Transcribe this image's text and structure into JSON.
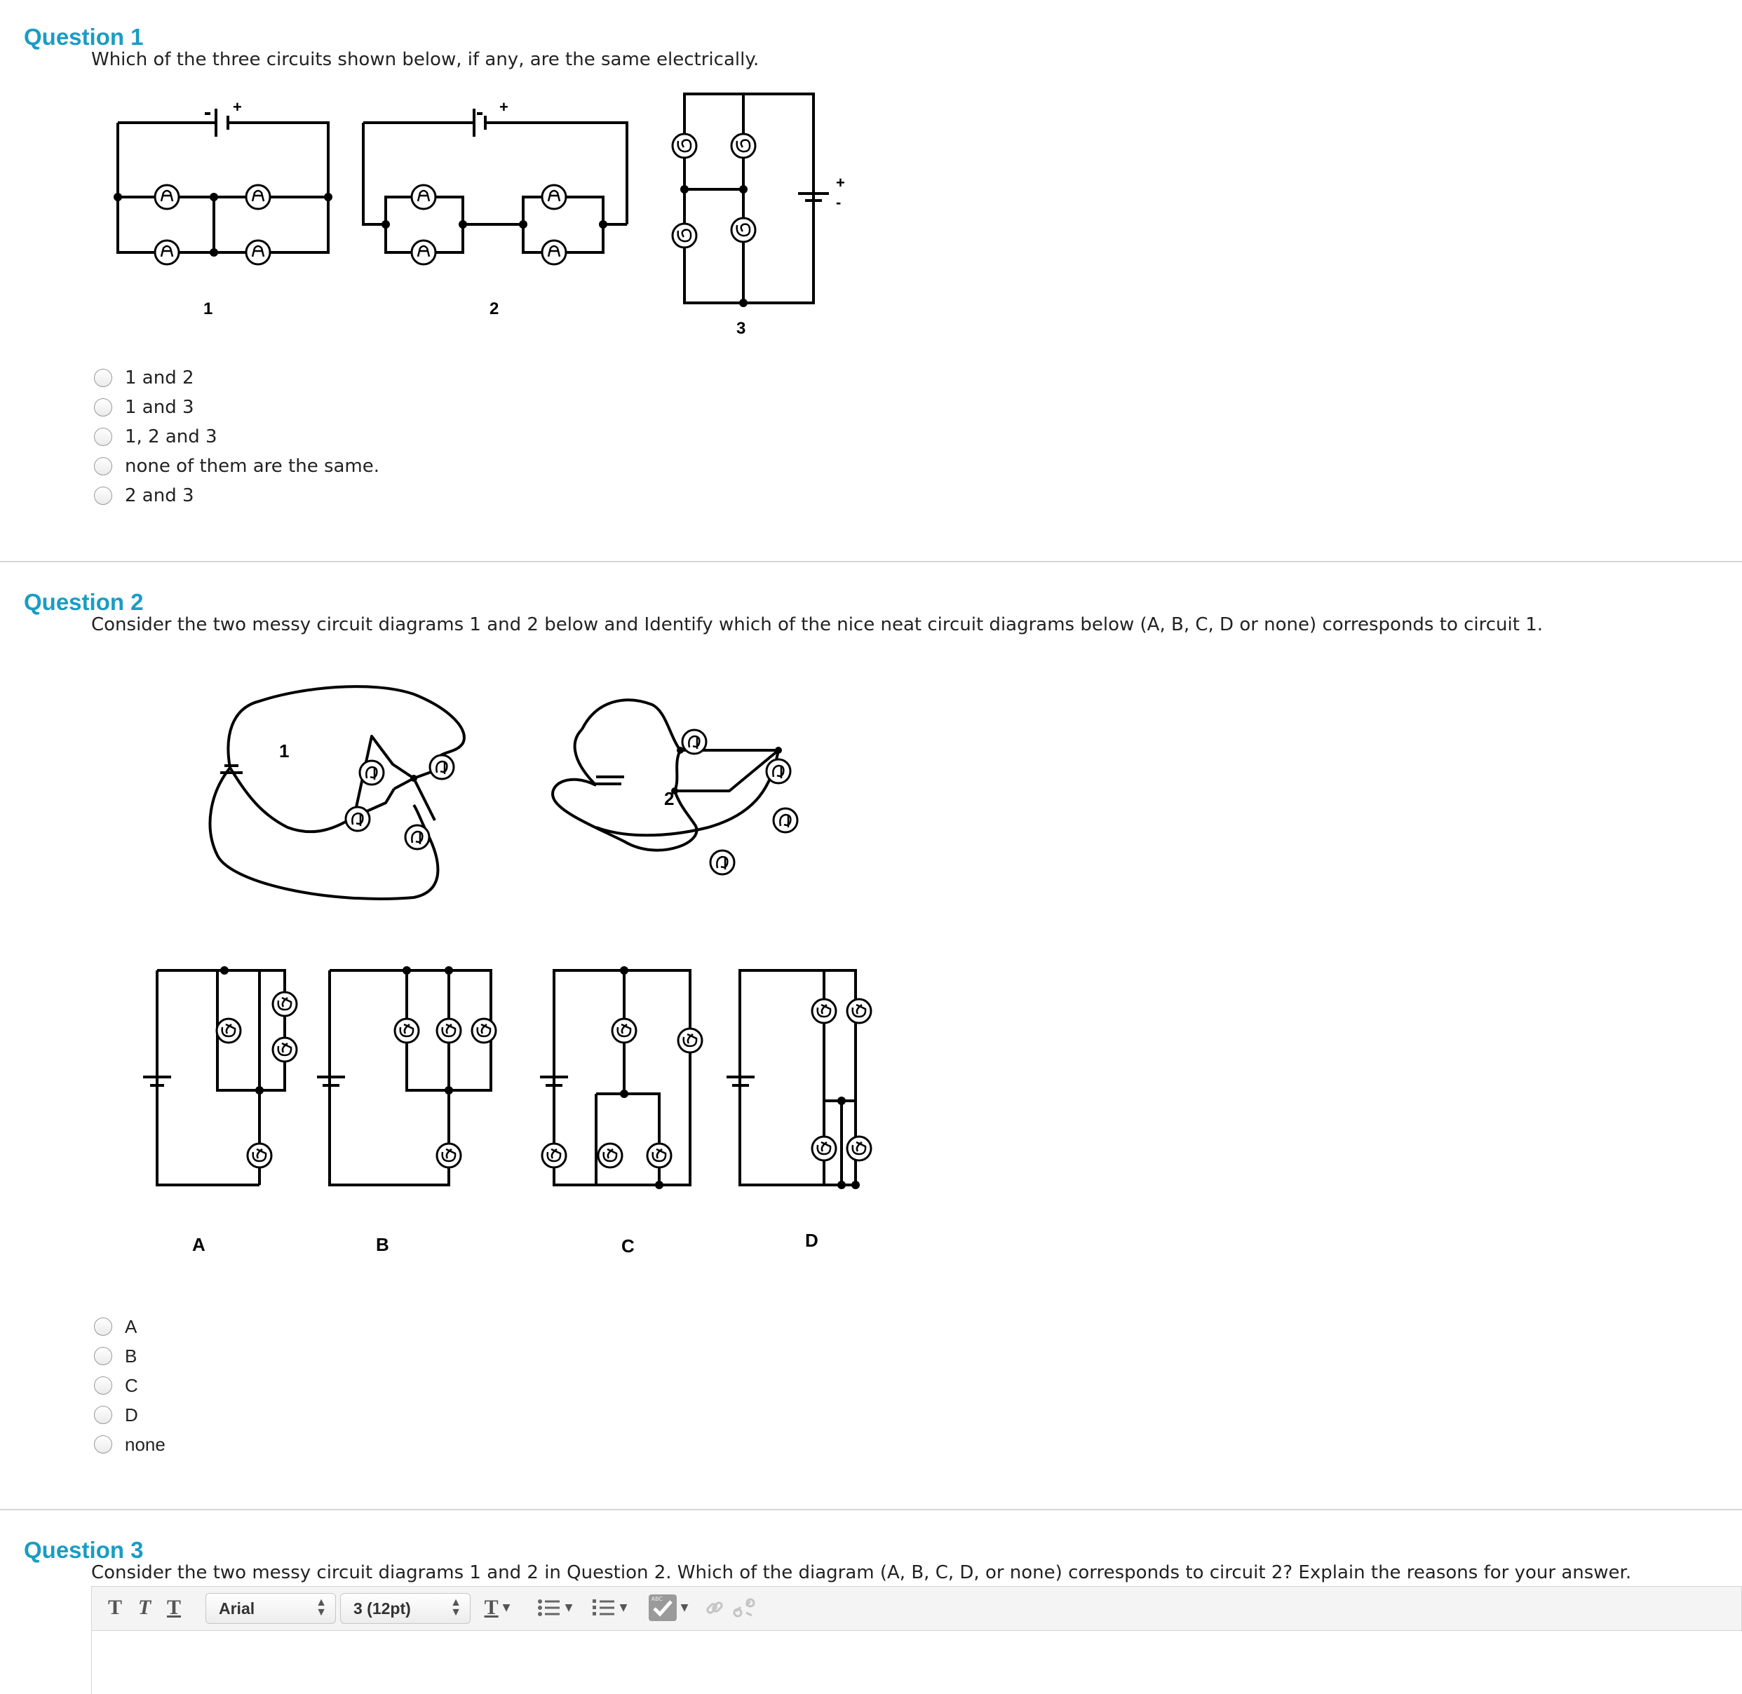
{
  "q1": {
    "title": "Question 1",
    "text": "Which of the three circuits shown below, if any, are the same electrically.",
    "figure_labels": [
      "1",
      "2",
      "3"
    ],
    "options": [
      "1 and 2",
      "1 and 3",
      "1, 2 and 3",
      "none of them are the same.",
      "2 and 3"
    ]
  },
  "q2": {
    "title": "Question 2",
    "text": "Consider the two messy circuit diagrams 1 and 2 below and Identify which of the nice neat circuit diagrams below (A, B, C, D or none) corresponds to circuit 1.",
    "messy_labels": [
      "1",
      "2"
    ],
    "neat_labels": [
      "A",
      "B",
      "C",
      "D"
    ],
    "options": [
      "A",
      "B",
      "C",
      "D",
      "none"
    ]
  },
  "q3": {
    "title": "Question 3",
    "text": "Consider the two messy circuit diagrams 1 and 2 in Question 2. Which of the diagram (A, B, C, D, or none) corresponds to circuit 2? Explain the reasons for your answer."
  },
  "toolbar": {
    "bold_glyph": "T",
    "italic_glyph": "T",
    "underline_glyph": "T",
    "font_family": "Arial",
    "font_size": "3 (12pt)",
    "text_color_glyph": "T",
    "spellcheck_badge": "ABC"
  },
  "colors": {
    "accent": "#1a9cc4",
    "text": "#222222",
    "divider": "#d6d6d6"
  }
}
